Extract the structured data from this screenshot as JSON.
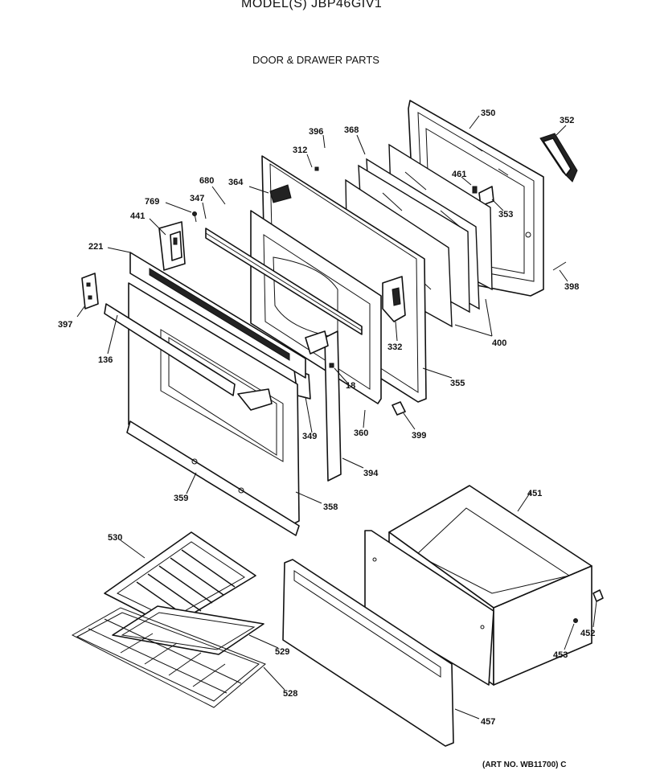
{
  "header": {
    "model": "MODEL(S) JBP46GIV1",
    "section": "DOOR & DRAWER PARTS"
  },
  "art_number": "(ART NO. WB11700) C",
  "callouts": [
    {
      "id": "350",
      "label": "350"
    },
    {
      "id": "352",
      "label": "352"
    },
    {
      "id": "396",
      "label": "396"
    },
    {
      "id": "368",
      "label": "368"
    },
    {
      "id": "312",
      "label": "312"
    },
    {
      "id": "461",
      "label": "461"
    },
    {
      "id": "680",
      "label": "680"
    },
    {
      "id": "364",
      "label": "364"
    },
    {
      "id": "353",
      "label": "353"
    },
    {
      "id": "769",
      "label": "769"
    },
    {
      "id": "347",
      "label": "347"
    },
    {
      "id": "441",
      "label": "441"
    },
    {
      "id": "398",
      "label": "398"
    },
    {
      "id": "221",
      "label": "221"
    },
    {
      "id": "397",
      "label": "397"
    },
    {
      "id": "400",
      "label": "400"
    },
    {
      "id": "332",
      "label": "332"
    },
    {
      "id": "136",
      "label": "136"
    },
    {
      "id": "355",
      "label": "355"
    },
    {
      "id": "18",
      "label": "18"
    },
    {
      "id": "399",
      "label": "399"
    },
    {
      "id": "349",
      "label": "349"
    },
    {
      "id": "360",
      "label": "360"
    },
    {
      "id": "394",
      "label": "394"
    },
    {
      "id": "451",
      "label": "451"
    },
    {
      "id": "359",
      "label": "359"
    },
    {
      "id": "358",
      "label": "358"
    },
    {
      "id": "530",
      "label": "530"
    },
    {
      "id": "452",
      "label": "452"
    },
    {
      "id": "453",
      "label": "453"
    },
    {
      "id": "529",
      "label": "529"
    },
    {
      "id": "528",
      "label": "528"
    },
    {
      "id": "457",
      "label": "457"
    }
  ]
}
